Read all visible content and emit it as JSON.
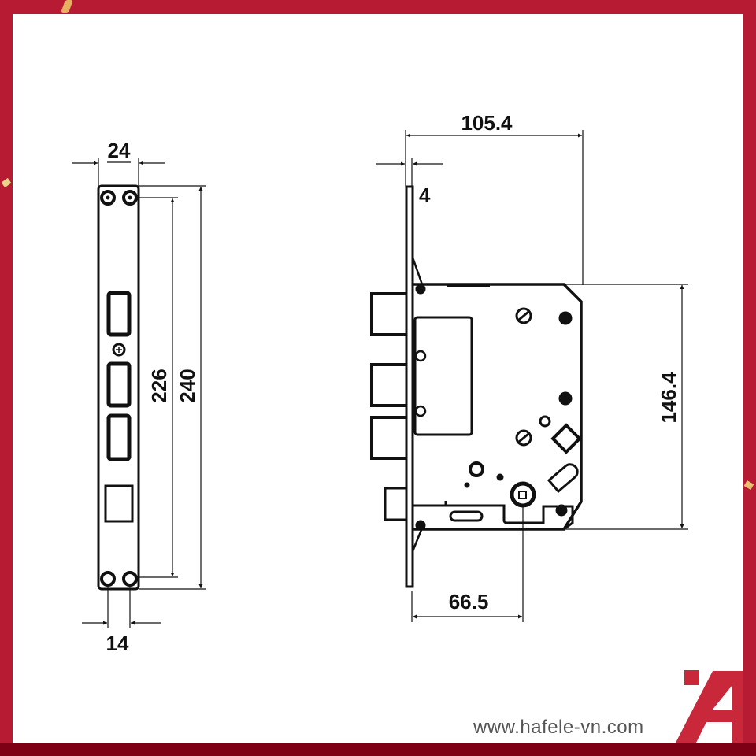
{
  "colors": {
    "frame": "#b71a33",
    "frame_bottom": "#7e0015",
    "background": "#ffffff",
    "line": "#111111",
    "logo": "#c8283a",
    "url_text": "#555555"
  },
  "faceplate_view": {
    "width_label": "24",
    "inner_height_label": "226",
    "outer_height_label": "240",
    "hole_spacing_label": "14"
  },
  "lock_body_view": {
    "total_depth_label": "105.4",
    "faceplate_thickness_label": "4",
    "body_height_label": "146.4",
    "backset_label": "66.5"
  },
  "footer": {
    "url": "www.hafele-vn.com",
    "logo_icon": "hafele-logo-icon"
  }
}
